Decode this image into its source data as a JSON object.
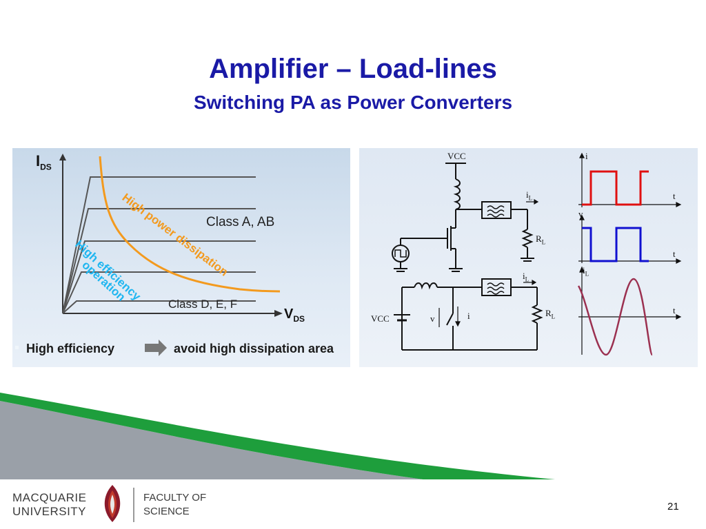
{
  "slide": {
    "title": "Amplifier – Load-lines",
    "subtitle": "Switching PA as Power Converters",
    "page_number": "21"
  },
  "load_lines": {
    "y_axis_label": "I",
    "y_axis_sub": "DS",
    "x_axis_label": "V",
    "x_axis_sub": "DS",
    "label_class_ab": "Class A, AB",
    "label_class_def": "Class D, E, F",
    "label_high_power": "High power dissipation",
    "label_high_eff_1": "High efficiency",
    "label_high_eff_2": "operation",
    "banner_left": "High efficiency",
    "banner_right": "avoid high dissipation area",
    "colors": {
      "dissipation": "#f39a1e",
      "efficiency": "#1fb6f0",
      "curves": "#555555"
    }
  },
  "circuit": {
    "vcc_top": "VCC",
    "il_top": "i",
    "il_top_sub": "L",
    "rl_top": "R",
    "rl_top_sub": "L",
    "il_bottom": "i",
    "il_bottom_sub": "L",
    "rl_bottom": "R",
    "rl_bottom_sub": "L",
    "vcc_bottom": "VCC",
    "v_label": "v",
    "i_label": "i"
  },
  "waveforms": {
    "i_label": "i",
    "v_label": "v",
    "il_label": "i",
    "il_sub": "L",
    "t_label_1": "t",
    "t_label_2": "t",
    "t_label_3": "t",
    "colors": {
      "current": "#e01010",
      "voltage": "#1010d0",
      "load_current": "#9b3050"
    }
  },
  "footer": {
    "university_line1": "MACQUARIE",
    "university_line2": "UNIVERSITY",
    "faculty_line1": "FACULTY OF",
    "faculty_line2": "SCIENCE",
    "colors": {
      "green": "#1e9e3c",
      "gray": "#9aa0a8"
    }
  }
}
